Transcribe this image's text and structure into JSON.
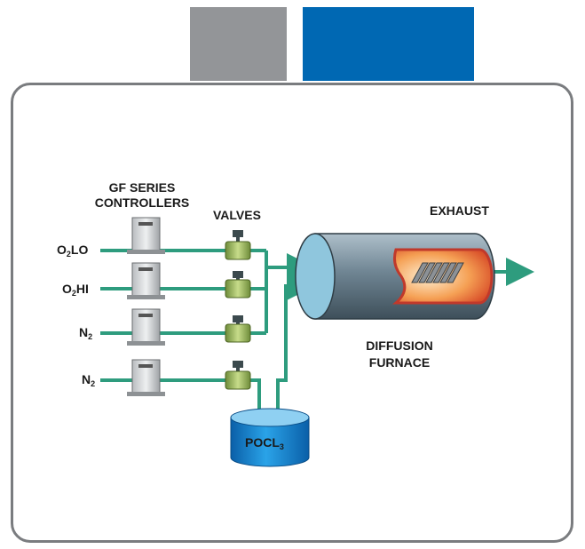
{
  "header_tabs": [
    {
      "name": "gray-tab",
      "color": "#939598"
    },
    {
      "name": "blue-tab",
      "color": "#0068b3"
    }
  ],
  "labels": {
    "controllers_line1": "GF SERIES",
    "controllers_line2": "CONTROLLERS",
    "valves": "VALVES",
    "exhaust": "EXHAUST",
    "furnace_line1": "DIFFUSION",
    "furnace_line2": "FURNACE",
    "tank": "POCL",
    "tank_sub": "3"
  },
  "gas_lines": [
    {
      "main": "O",
      "sub": "2",
      "suffix": "LO"
    },
    {
      "main": "O",
      "sub": "2",
      "suffix": "HI"
    },
    {
      "main": "N",
      "sub": "2",
      "suffix": ""
    },
    {
      "main": "N",
      "sub": "2",
      "suffix": ""
    }
  ],
  "colors": {
    "pipe": "#2e9c7e",
    "panel_border": "#7a7c7f",
    "tank": "#1a8fd6",
    "furnace": "#8fa3b0"
  }
}
